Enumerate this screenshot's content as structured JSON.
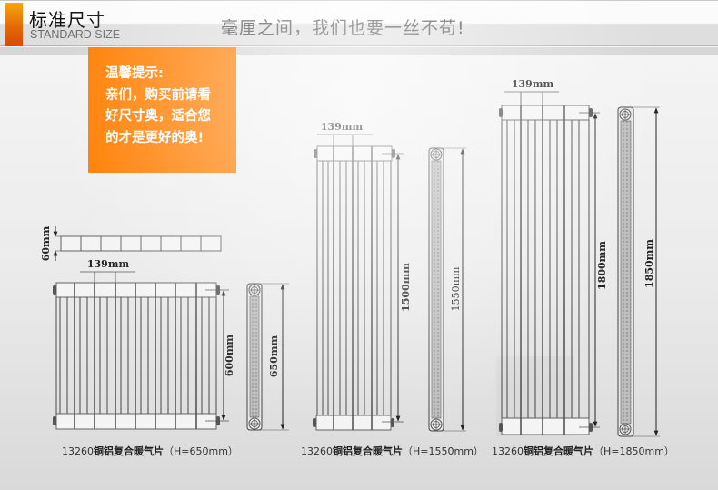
{
  "header": {
    "title_cn": "标准尺寸",
    "title_en": "STANDARD SIZE",
    "slogan": "毫厘之间，我们也要一丝不苟!",
    "accent_color": "#e46a05"
  },
  "tip": {
    "background_color": "#ff7d00",
    "lines": [
      "温馨提示:",
      "亲们，购买前请看",
      "好尺寸奥，适合您",
      "的才是更好的奥!"
    ]
  },
  "diagrams": [
    {
      "id": "h650",
      "top_view_depth_label": "60mm",
      "section_width_label": "139mm",
      "front_height_label": "600mm",
      "side_height_label": "650mm",
      "caption_model": "13260",
      "caption_name": "铜铝复合暖气片",
      "caption_spec": "（H=650mm）"
    },
    {
      "id": "h1550",
      "section_width_label": "139mm",
      "front_height_label": "1500mm",
      "side_height_label": "1550mm",
      "caption_model": "13260",
      "caption_name": "铜铝复合暖气片",
      "caption_spec": "（H=1550mm）"
    },
    {
      "id": "h1850",
      "section_width_label": "139mm",
      "front_height_label": "1800mm",
      "side_height_label": "1850mm",
      "caption_model": "13260",
      "caption_name": "铜铝复合暖气片",
      "caption_spec": "（H=1850mm）"
    }
  ]
}
